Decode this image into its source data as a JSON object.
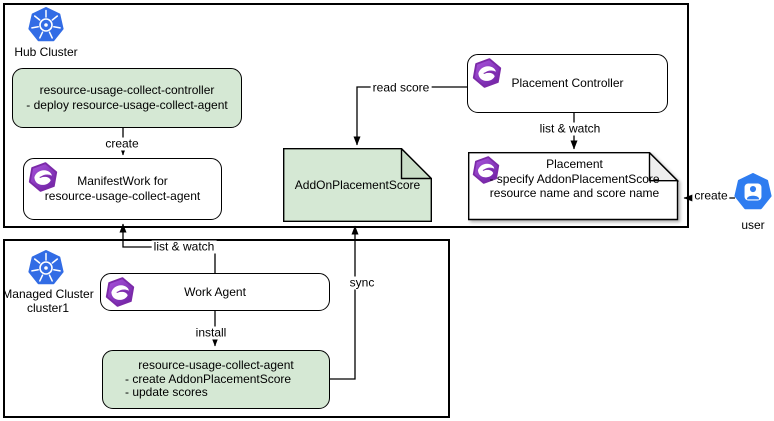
{
  "diagram": {
    "clusters": {
      "hub": {
        "label": "Hub Cluster"
      },
      "managed": {
        "label": "Managed Cluster",
        "name": "cluster1"
      }
    },
    "nodes": {
      "controller": {
        "line1": "resource-usage-collect-controller",
        "line2": "- deploy resource-usage-collect-agent"
      },
      "manifestwork": {
        "line1": "ManifestWork for",
        "line2": "resource-usage-collect-agent"
      },
      "addonplacementscore": {
        "label": "AddOnPlacementScore"
      },
      "placement_controller": {
        "label": "Placement Controller"
      },
      "placement": {
        "line1": "Placement",
        "line2": "- specify AddonPlacementScore",
        "line3": "resource name and score name"
      },
      "work_agent": {
        "label": "Work Agent"
      },
      "agent": {
        "line1": "resource-usage-collect-agent",
        "line2": "- create AddonPlacementScore",
        "line3": "- update scores"
      },
      "user": {
        "label": "user"
      }
    },
    "edges": {
      "create_manifestwork": {
        "label": "create"
      },
      "list_watch_manifestwork": {
        "label": "list & watch"
      },
      "install": {
        "label": "install"
      },
      "sync": {
        "label": "sync"
      },
      "read_score": {
        "label": "read score"
      },
      "list_watch_placement": {
        "label": "list & watch"
      },
      "create_placement": {
        "label": "create"
      }
    },
    "colors": {
      "node_green": "#d5e8d4",
      "note_fold_green": "#c8ddc6",
      "kubernetes_blue": "#326ce5",
      "user_blue": "#2e7cf0",
      "ocm_purple_light": "#aa55dd",
      "ocm_purple_dark": "#6b1fa0",
      "line": "#000000"
    }
  }
}
